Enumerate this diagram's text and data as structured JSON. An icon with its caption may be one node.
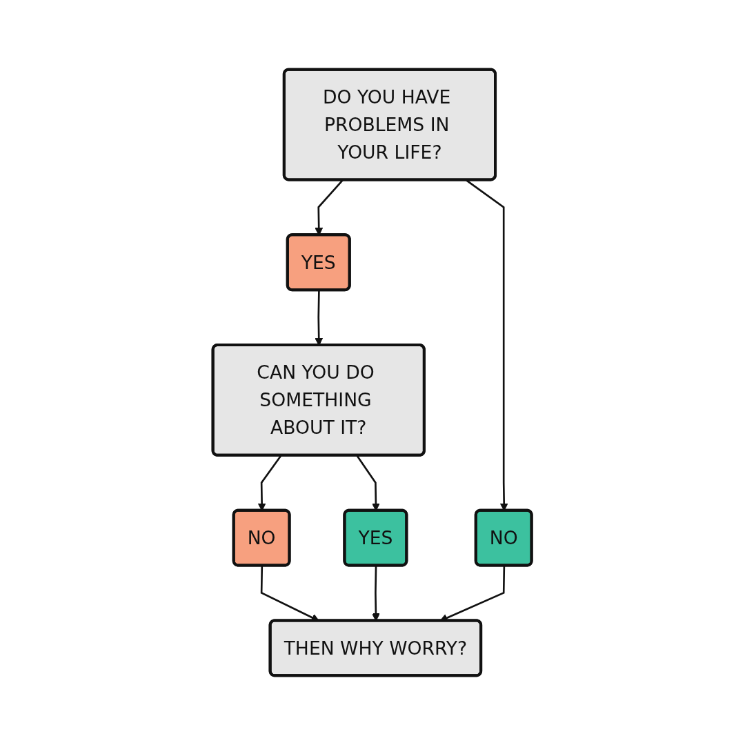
{
  "diagram": {
    "nodes": [
      {
        "text": [
          "DO YOU HAVE PROBLEMS IN YOUR LIFE?"
        ]
      },
      {
        "text": [
          "YES"
        ]
      },
      {
        "text": [
          "NO"
        ]
      },
      {
        "text": [
          "CAN YOU DO SOMETHING ABOUT IT?"
        ]
      },
      {
        "text": [
          "NO"
        ]
      },
      {
        "text": [
          "YES"
        ]
      },
      {
        "text": [
          "THEN WHY WORRY?"
        ]
      }
    ],
    "edges": [
      {
        "from": 0,
        "to": 1,
        "arrow": "to"
      },
      {
        "from": 0,
        "to": 2,
        "arrow": "to"
      },
      {
        "from": 1,
        "to": 3,
        "arrow": "to"
      },
      {
        "from": 3,
        "to": 4,
        "arrow": "to"
      },
      {
        "from": 3,
        "to": 5,
        "arrow": "to"
      },
      {
        "from": 4,
        "to": 6,
        "arrow": "to"
      },
      {
        "from": 5,
        "to": 6,
        "arrow": "to"
      },
      {
        "from": 2,
        "to": 6,
        "arrow": "to"
      }
    ]
  }
}
